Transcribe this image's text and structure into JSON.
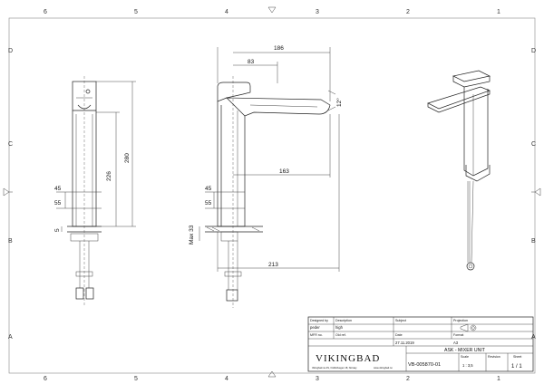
{
  "border": {
    "top_columns": [
      "6",
      "5",
      "4",
      "3",
      "2",
      "1"
    ],
    "bottom_columns": [
      "6",
      "5",
      "4",
      "3",
      "2",
      "1"
    ],
    "rows": [
      "D",
      "C",
      "B",
      "A"
    ]
  },
  "dimensions": {
    "side_45": "45",
    "side_55": "55",
    "side_5": "5",
    "side_226": "226",
    "side_280": "280",
    "front_186": "186",
    "front_83": "83",
    "front_12": "12°",
    "front_163": "163",
    "front_45": "45",
    "front_55": "55",
    "front_max33": "Max 33",
    "front_213": "213"
  },
  "title_block": {
    "brand": "VIKINGBAD",
    "brand_sub": "Vikingbad.no AS, Ostfoldvegen 18, Norway",
    "brand_web": "www.vikingbad.no",
    "designed_by_label": "Designed by",
    "designed_by_value": "peder",
    "description_label": "Description",
    "description_value": "high",
    "subject_label": "Subject",
    "projection_label": "Projection",
    "mfr_label": "MFR no.",
    "old_ref_label": "Old ref.",
    "date_label": "Date",
    "date_value": "27.11.2019",
    "format_label": "Format",
    "format_value": "A3",
    "title_value": "ASK - MIXER UNIT",
    "drawing_no": "VB-005870-01",
    "scale_label": "Scale",
    "scale_value": "1 : 3,5",
    "revision_label": "Revision",
    "sheet_label": "Sheet",
    "sheet_value": "1 / 1"
  }
}
